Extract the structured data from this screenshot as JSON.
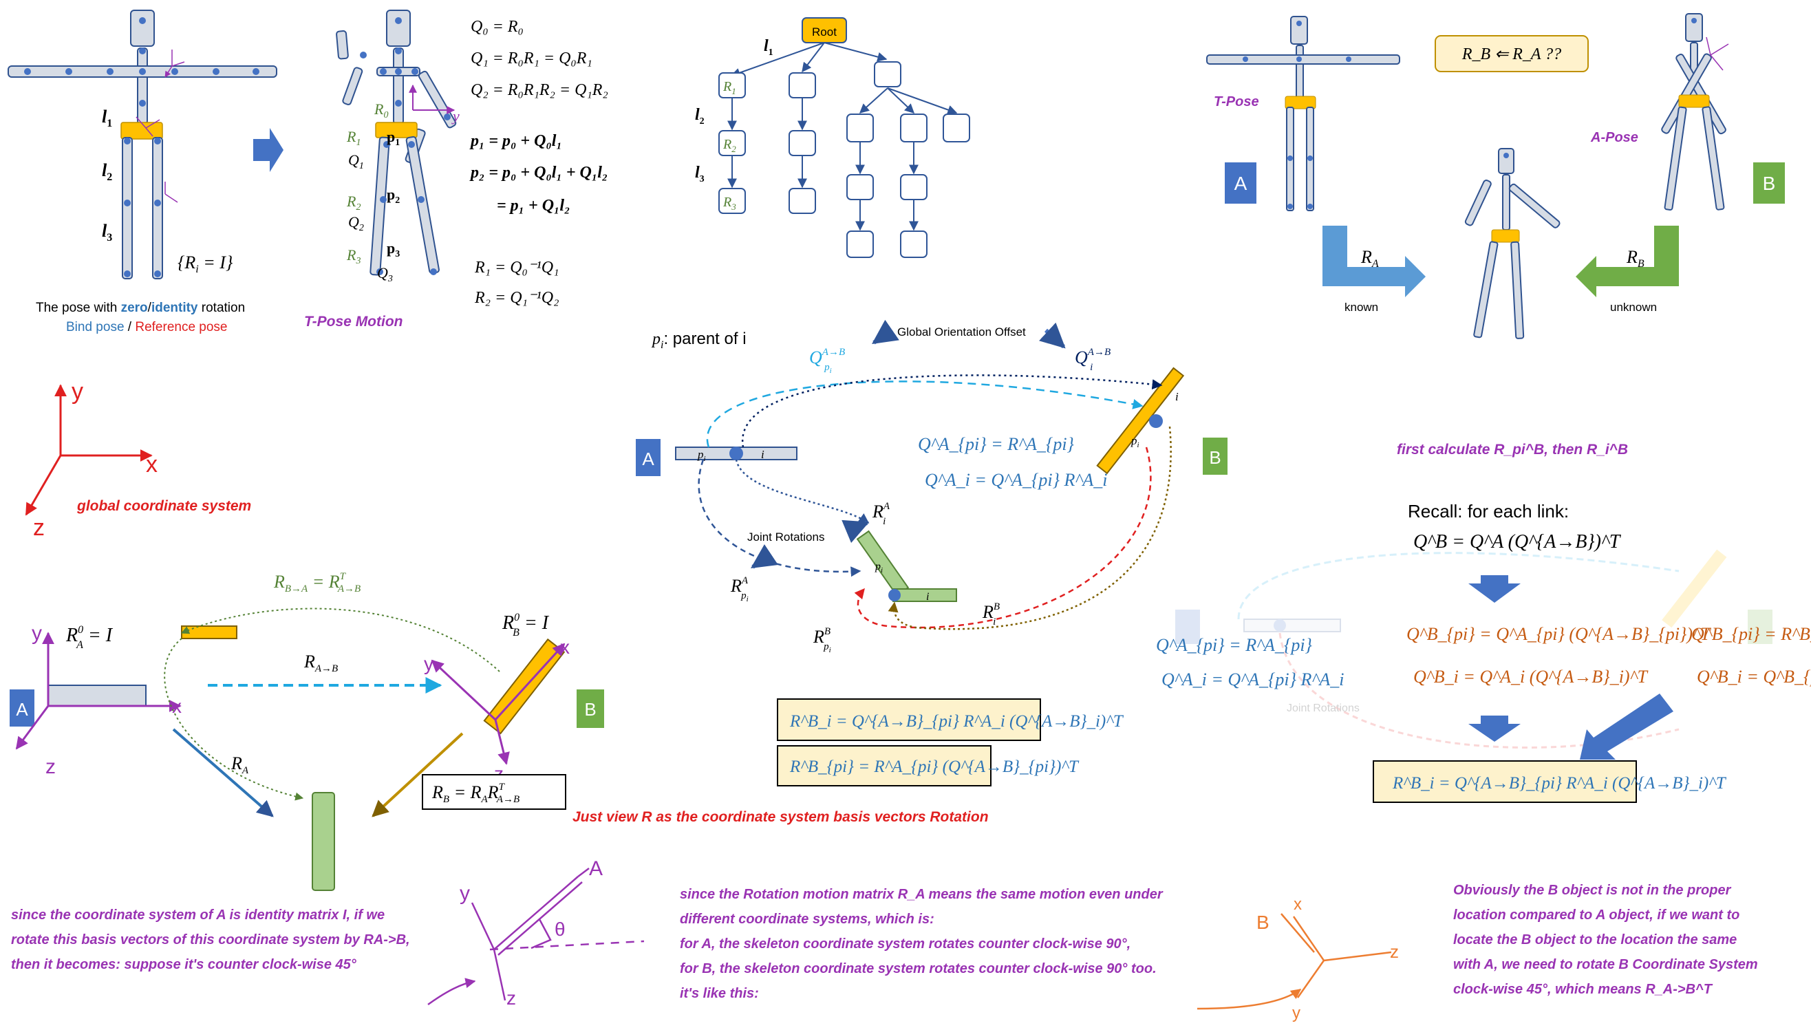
{
  "colors": {
    "bone_fill": "#d6dce5",
    "bone_stroke": "#2f528f",
    "joint": "#4472c4",
    "pelvis": "#ffc000",
    "box_A": "#4472c4",
    "box_B": "#70ad47",
    "purple": "#9933b3",
    "red": "#e02020",
    "blue_text": "#2e75b6",
    "cyan": "#1fa8e0",
    "navy": "#002060",
    "orange_text": "#c55a11",
    "green_bar": "#a9d18e",
    "formula_fill": "#fdf2cc"
  },
  "section_tpose": {
    "l1": "l",
    "l1_sub": "1",
    "l2": "l",
    "l2_sub": "2",
    "l3": "l",
    "l3_sub": "3",
    "identity_set": "{R",
    "identity_set_tail": " = I}",
    "identity_set_sub": "i",
    "caption_main_prefix": "The pose with ",
    "caption_zero": "zero",
    "caption_slash": "/",
    "caption_identity": "identity",
    "caption_suffix": " rotation",
    "caption_bind": "Bind pose",
    "caption_sep": " / ",
    "caption_reference": "Reference pose",
    "motion_caption": "T-Pose Motion"
  },
  "section_motion_labels": {
    "R0": "R",
    "R0_sub": "0",
    "R1": "R",
    "R1_sub": "1",
    "Q1": "Q",
    "Q1_sub": "1",
    "R2": "R",
    "R2_sub": "2",
    "Q2": "Q",
    "Q2_sub": "2",
    "R3": "R",
    "R3_sub": "3",
    "Q3": "Q",
    "Q3_sub": "3",
    "p1": "p",
    "p1_sub": "1",
    "p2": "p",
    "p2_sub": "2",
    "p3": "p",
    "p3_sub": "3",
    "y_axis": "y"
  },
  "equations": {
    "q0": "Q₀ = R₀",
    "q1": "Q₁ = R₀R₁ = Q₀R₁",
    "q2": "Q₂ = R₀R₁R₂ = Q₁R₂",
    "p1": "p₁ = p₀ + Q₀l₁",
    "p2": "p₂ = p₀ + Q₀l₁ + Q₁l₂",
    "p2b": "= p₁ + Q₁l₂",
    "r1": "R₁ = Q₀⁻¹Q₁",
    "r2": "R₂ = Q₁⁻¹Q₂"
  },
  "tree": {
    "root": "Root",
    "r1": "R",
    "r1_sub": "1",
    "r2": "R",
    "r2_sub": "2",
    "r3": "R",
    "r3_sub": "3",
    "l1": "l",
    "l1_sub": "1",
    "l2": "l",
    "l2_sub": "2",
    "l3": "l",
    "l3_sub": "3"
  },
  "retarget_top": {
    "tpose_label": "T-Pose",
    "apose_label": "A-Pose",
    "box_a": "A",
    "box_b": "B",
    "question": "R_B ⇐ R_A ??",
    "ra_label": "R",
    "ra_sub": "A",
    "rb_label": "R",
    "rb_sub": "B",
    "known": "known",
    "unknown": "unknown",
    "first_calc": "first calculate R_pi^B, then R_i^B"
  },
  "coord_system": {
    "y": "y",
    "x": "x",
    "z": "z",
    "caption": "global coordinate system"
  },
  "center_diagram": {
    "parent_note": "p",
    "parent_note_sub": "i",
    "parent_note_tail": ": parent of i",
    "global_offset": "Global Orientation Offset",
    "q_pi_ab": "Q",
    "q_pi_ab_sup": "A→B",
    "q_pi_ab_sub": "p",
    "q_pi_ab_subsub": "i",
    "q_i_ab": "Q",
    "q_i_ab_sup": "A→B",
    "q_i_ab_sub": "i",
    "box_a": "A",
    "box_b": "B",
    "bar_pi": "p",
    "bar_pi_sub": "i",
    "bar_i": "i",
    "eq1": "Q^A_{pi} = R^A_{pi}",
    "eq2": "Q^A_i = Q^A_{pi} R^A_i",
    "joint_rot": "Joint Rotations",
    "ri_a": "R",
    "ri_a_sup": "A",
    "ri_a_sub": "i",
    "rpi_a": "R",
    "rpi_a_sup": "A",
    "rpi_a_sub": "p",
    "rpi_a_subsub": "i",
    "rpi_b": "R",
    "rpi_b_sup": "B",
    "rpi_b_sub": "p",
    "rpi_b_subsub": "i",
    "ri_b": "R",
    "ri_b_sup": "B",
    "ri_b_sub": "i",
    "formula1": "R^B_i = Q^{A→B}_{pi} R^A_i (Q^{A→B}_i)^T",
    "formula2": "R^B_{pi} = R^A_{pi} (Q^{A→B}_{pi})^T",
    "just_view": "Just view R as the coordinate system basis vectors Rotation"
  },
  "recall": {
    "title": "Recall: for each link:",
    "main_eq": "Q^B = Q^A (Q^{A→B})^T",
    "left_eq1": "Q^A_{pi} = R^A_{pi}",
    "left_eq2": "Q^A_i = Q^A_{pi} R^A_i",
    "mid_eq1": "Q^B_{pi} = Q^A_{pi} (Q^{A→B}_{pi})^T",
    "mid_eq2": "Q^B_i = Q^A_i (Q^{A→B}_i)^T",
    "right_eq1": "Q^B_{pi} = R^B_{pi}",
    "right_eq2": "Q^B_i = Q^B_{pi} R^B_i",
    "result": "R^B_i = Q^{A→B}_{pi} R^A_i (Q^{A→B}_i)^T",
    "ghost_joint_rot": "Joint Rotations"
  },
  "bottom_left": {
    "ra0": "R",
    "ra0_sup": "0",
    "ra0_sub": "A",
    "ra0_tail": " = I",
    "rb0": "R",
    "rb0_sup": "0",
    "rb0_sub": "B",
    "rb0_tail": " = I",
    "r_ba": "R",
    "r_ba_sub": "B→A",
    "r_ba_eq": " = R",
    "r_ba_eq_sup": "T",
    "r_ba_eq_sub": "A→B",
    "r_ab": "R",
    "r_ab_sub": "A→B",
    "ra": "R",
    "ra_sub": "A",
    "rb_box": "R",
    "rb_box_sub": "B",
    "rb_box_eq": " = R",
    "rb_box_eq_sub": "A",
    "rb_box_eq2": "R",
    "rb_box_eq2_sup": "T",
    "rb_box_eq2_sub": "A→B",
    "box_a": "A",
    "box_b": "B",
    "axis_y": "y",
    "axis_x": "x",
    "axis_z": "z"
  },
  "notes": {
    "since_left_1": "since the coordinate system of A is identity matrix I,  if we",
    "since_left_2": "rotate this basis vectors of this coordinate system by RA->B,",
    "since_left_3": "then it becomes:    suppose it's counter clock-wise 45°",
    "since_mid_1": "since the Rotation motion matrix R_A means the same motion even under",
    "since_mid_2": "different coordinate systems, which is:",
    "since_mid_3": "for A, the skeleton coordinate system rotates counter clock-wise 90°,",
    "since_mid_4": "for B, the skeleton coordinate system rotates counter clock-wise 90° too.",
    "since_mid_5": "it's like this:",
    "obv_1": "Obviously the B object  is not in the proper",
    "obv_2": "location compared to A object, if we want to",
    "obv_3": "locate the B object to the location the same",
    "obv_4": "with A, we need to rotate B Coordinate System",
    "obv_5": "clock-wise 45°,    which means R_A->B^T",
    "sketch_y": "y",
    "sketch_x": "x",
    "sketch_z": "z",
    "sketch_theta": "θ",
    "sketch_a": "A",
    "sketch_b": "B"
  }
}
